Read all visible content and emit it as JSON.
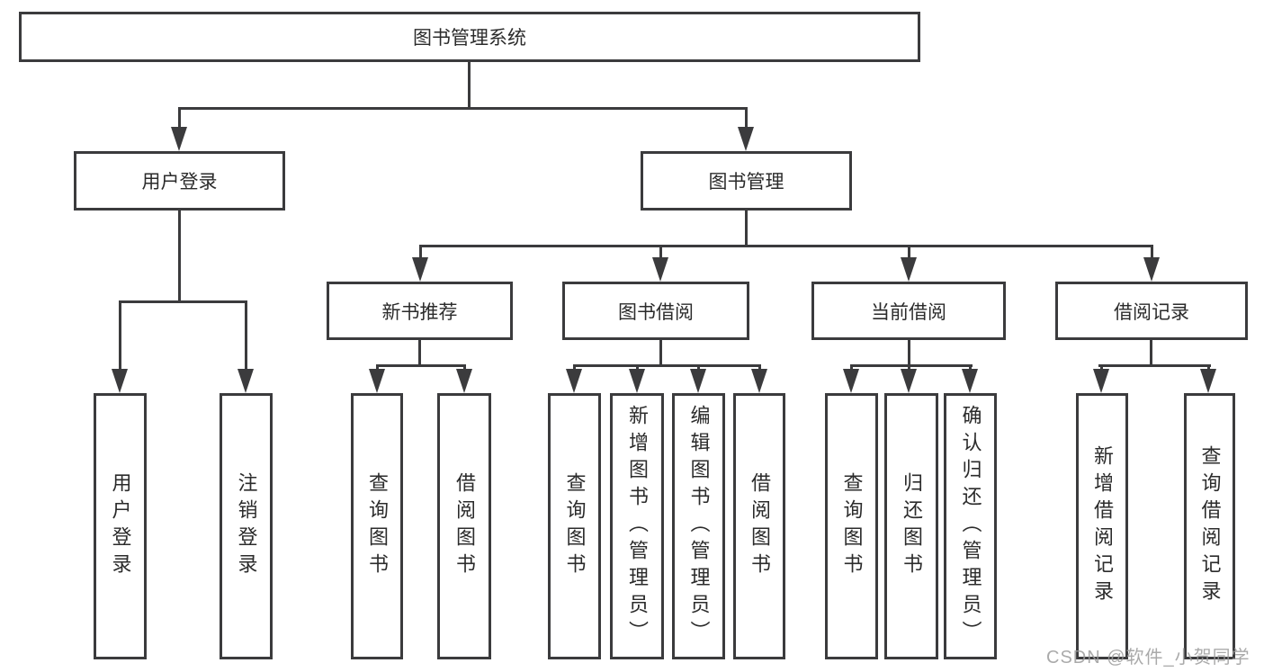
{
  "tree": {
    "root_label": "图书管理系统",
    "branches": [
      {
        "label": "用户登录",
        "children": [
          "用户登录",
          "注销登录"
        ]
      },
      {
        "label": "图书管理",
        "sections": [
          {
            "label": "新书推荐",
            "children": [
              "查询图书",
              "借阅图书"
            ]
          },
          {
            "label": "图书借阅",
            "children": [
              "查询图书",
              "新增图书（管理员）",
              "编辑图书（管理员）",
              "借阅图书"
            ]
          },
          {
            "label": "当前借阅",
            "children": [
              "查询图书",
              "归还图书",
              "确认归还（管理员）"
            ]
          },
          {
            "label": "借阅记录",
            "children": [
              "新增借阅记录",
              "查询借阅记录"
            ]
          }
        ]
      }
    ]
  },
  "watermark": "CSDN @软件_小贺同学",
  "colors": {
    "line": "#3b3b3d",
    "text": "#2b2b2b",
    "watermark": "#9b9b9b",
    "background": "#ffffff"
  }
}
